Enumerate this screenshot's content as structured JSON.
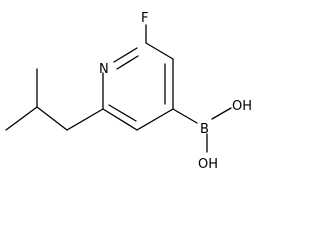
{
  "molecule": {
    "atoms": {
      "fluorine": "F",
      "nitrogen": "N",
      "boron": "B",
      "hydroxyl_top": "OH",
      "hydroxyl_bottom": "OH"
    }
  }
}
